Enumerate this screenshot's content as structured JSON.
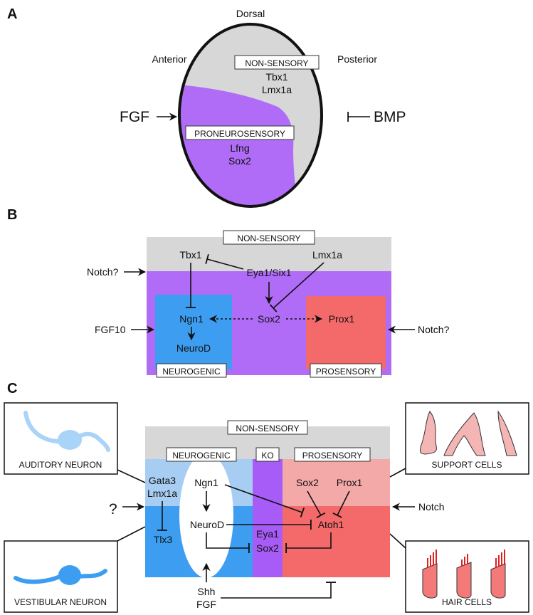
{
  "colors": {
    "nonsensory": "#d7d7d7",
    "proneurosensory": "#b06cf7",
    "neurogenic_light": "#a8cdf3",
    "neurogenic": "#3d9ef1",
    "prosensory_light": "#f4a9a9",
    "prosensory": "#f46a6a",
    "ko": "#a85cf7",
    "neuron_light": "#a9d3f7",
    "neuron": "#3d9ef1",
    "support_cell": "#f4b5b5",
    "hair_cell": "#f47a7a",
    "stereocilia": "#e02020"
  },
  "panelA": {
    "letter": "A",
    "dorsal": "Dorsal",
    "anterior": "Anterior",
    "posterior": "Posterior",
    "fgf": "FGF",
    "bmp": "BMP",
    "nonsensory_box": "NON-SENSORY",
    "tbx1": "Tbx1",
    "lmx1a": "Lmx1a",
    "proneurosensory_box": "PRONEUROSENSORY",
    "lfng": "Lfng",
    "sox2": "Sox2"
  },
  "panelB": {
    "letter": "B",
    "nonsensory_box": "NON-SENSORY",
    "tbx1": "Tbx1",
    "eya1_six1": "Eya1/Six1",
    "lmx1a": "Lmx1a",
    "notch_left": "Notch?",
    "fgf10": "FGF10",
    "ngn1": "Ngn1",
    "sox2": "Sox2",
    "prox1": "Prox1",
    "neurod": "NeuroD",
    "notch_right": "Notch?",
    "neurogenic_box": "NEUROGENIC",
    "prosensory_box": "PROSENSORY"
  },
  "panelC": {
    "letter": "C",
    "nonsensory_box": "NON-SENSORY",
    "neurogenic_box": "NEUROGENIC",
    "ko_box": "KO",
    "prosensory_box": "PROSENSORY",
    "auditory_neuron": "AUDITORY NEURON",
    "vestibular_neuron": "VESTIBULAR NEURON",
    "support_cells": "SUPPORT CELLS",
    "hair_cells": "HAIR CELLS",
    "gata3": "Gata3",
    "lmx1a": "Lmx1a",
    "tlx3": "Tlx3",
    "question": "?",
    "ngn1": "Ngn1",
    "neurod": "NeuroD",
    "sox2_pro": "Sox2",
    "prox1": "Prox1",
    "atoh1": "Atoh1",
    "eya1": "Eya1",
    "sox2_ko": "Sox2",
    "shh": "Shh",
    "fgf": "FGF",
    "notch": "Notch"
  }
}
